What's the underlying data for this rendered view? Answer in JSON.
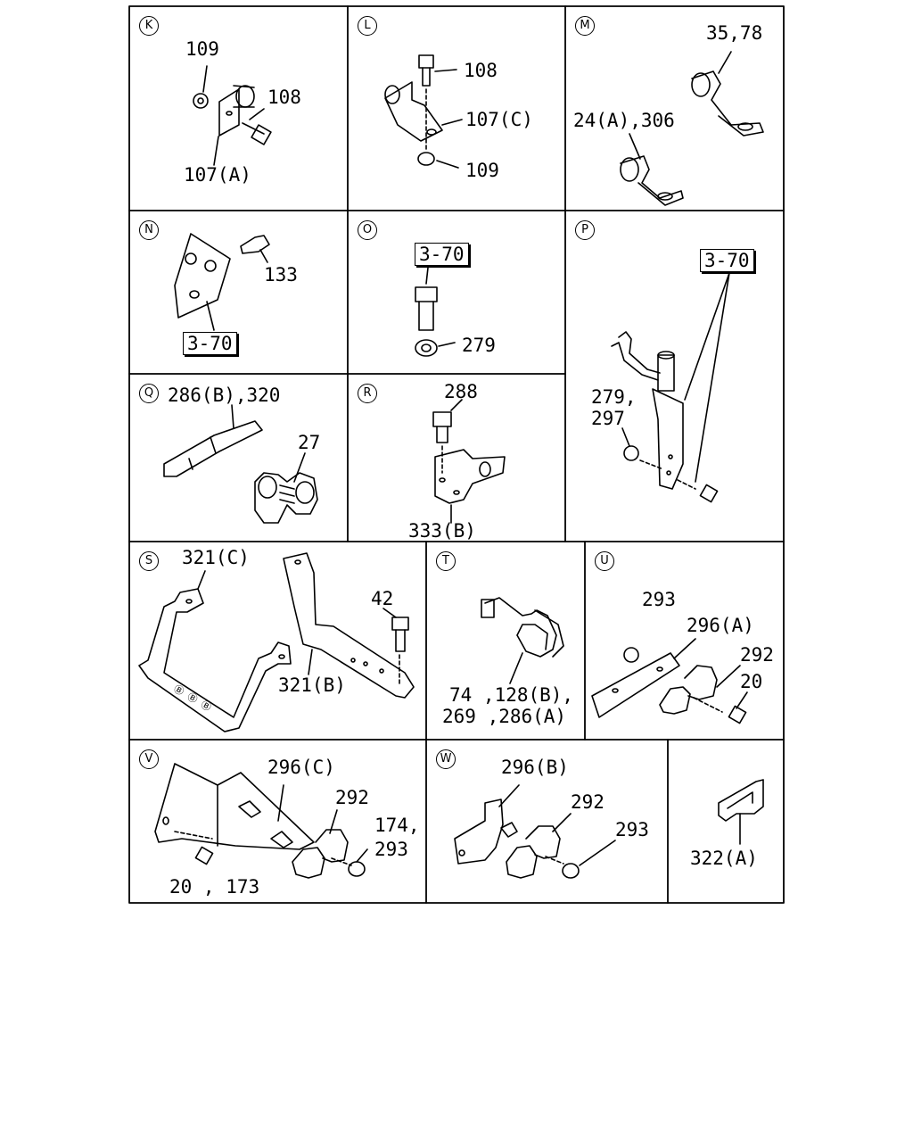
{
  "panels": {
    "K": {
      "letter": "K",
      "labels": [
        "109",
        "108",
        "107(A)"
      ]
    },
    "L": {
      "letter": "L",
      "labels": [
        "108",
        "107(C)",
        "109"
      ]
    },
    "M": {
      "letter": "M",
      "labels": [
        "35,78",
        "24(A),306"
      ]
    },
    "N": {
      "letter": "N",
      "labels": [
        "133"
      ],
      "ref": "3-70"
    },
    "O": {
      "letter": "O",
      "labels": [
        "279"
      ],
      "ref": "3-70"
    },
    "P": {
      "letter": "P",
      "labels": [
        "279,",
        "297"
      ],
      "ref": "3-70"
    },
    "Q": {
      "letter": "Q",
      "labels": [
        "286(B),320",
        "27"
      ]
    },
    "R": {
      "letter": "R",
      "labels": [
        "288",
        "333(B)"
      ]
    },
    "S": {
      "letter": "S",
      "labels": [
        "321(C)",
        "42",
        "321(B)"
      ]
    },
    "T": {
      "letter": "T",
      "labels": [
        "74 ,128(B),",
        "269 ,286(A)"
      ]
    },
    "U": {
      "letter": "U",
      "labels": [
        "293",
        "296(A)",
        "292",
        "20"
      ]
    },
    "V": {
      "letter": "V",
      "labels": [
        "296(C)",
        "292",
        "174,",
        "293",
        "20 , 173"
      ]
    },
    "W": {
      "letter": "W",
      "labels": [
        "296(B)",
        "292",
        "293"
      ]
    },
    "X": {
      "labels": [
        "322(A)"
      ]
    }
  }
}
